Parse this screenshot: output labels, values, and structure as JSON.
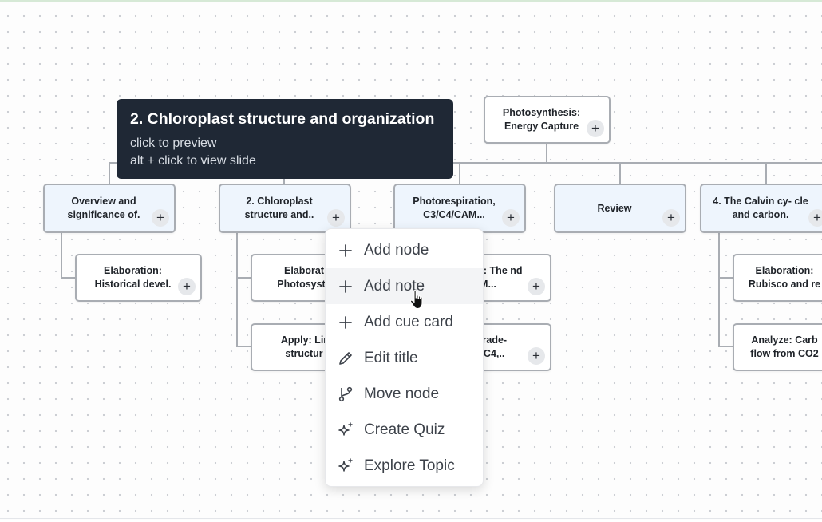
{
  "tooltip": {
    "title": "2. Chloroplast structure and organization",
    "line1": "click to preview",
    "line2": "alt + click to view slide"
  },
  "nodes": {
    "root": "Photosynthesis: Energy Capture",
    "overview": "Overview and significance of.",
    "chloroplast": "2. Chloroplast structure and..",
    "photorespiration": "Photorespiration, C3/C4/CAM...",
    "review": "Review",
    "calvin": "4. The Calvin cy- cle and carbon.",
    "elab_hist": "Elaboration: Historical devel.",
    "elab_photo": "Elaborat Photosyste",
    "apply": "Apply: Lir structur",
    "elab_cam": "tion: The nd CAM...",
    "tradeoff": "e: Trade- C3, C4,..",
    "elab_rubisco": "Elaboration: Rubisco and re",
    "analyze": "Analyze: Carb flow from CO2",
    "add_symbol": "+"
  },
  "menu": {
    "items": [
      {
        "label": "Add node",
        "icon": "plus-icon"
      },
      {
        "label": "Add note",
        "icon": "plus-icon"
      },
      {
        "label": "Add cue card",
        "icon": "plus-icon"
      },
      {
        "label": "Edit title",
        "icon": "pencil-icon"
      },
      {
        "label": "Move node",
        "icon": "branch-icon"
      },
      {
        "label": "Create Quiz",
        "icon": "sparkle-icon"
      },
      {
        "label": "Explore Topic",
        "icon": "sparkle-icon"
      }
    ]
  },
  "colors": {
    "tooltip_bg": "#1f2835",
    "branch_node_bg": "#eef5fd",
    "node_border": "#a9adb3",
    "connector": "#a9adb3"
  }
}
